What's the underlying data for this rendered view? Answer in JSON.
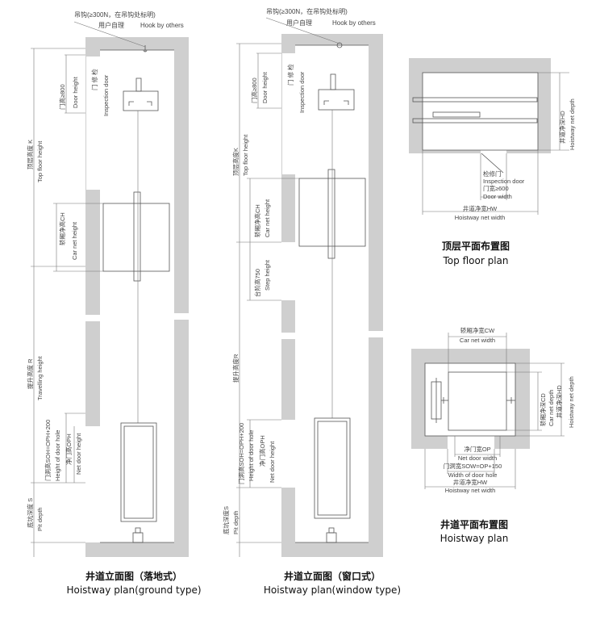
{
  "ground": {
    "hook_cn": "吊钩(≥300N，在吊钩处标明)",
    "hook_user": "用户自理",
    "hook_en": "Hook by others",
    "door_height_cn": "门高≥800",
    "door_height_en": "Door height",
    "insp_door_cn": "门 修 检",
    "insp_door_en": "Inspection door",
    "top_floor_cn": "顶层高度 K",
    "top_floor_en": "Top floor height",
    "car_height_cn": "轿厢净高CH",
    "car_height_en": "Car net height",
    "travel_cn": "提升高度 R",
    "travel_en": "Travelling height",
    "hole_cn": "门洞高SOH=OPH+200",
    "hole_en": "Height of door hole",
    "net_door_cn": "净门高OPH",
    "net_door_en": "Net door height",
    "pit_cn": "底坑深度 S",
    "pit_en": "Pit depth",
    "caption_cn": "井道立面图（落地式）",
    "caption_en": "Hoistway plan(ground type)"
  },
  "window": {
    "hook_cn": "吊钩(≥300N，在吊钩处标明)",
    "hook_user": "用户自理",
    "hook_en": "Hook by others",
    "door_height_cn": "门高≥800",
    "door_height_en": "Door height",
    "insp_door_cn": "门 修 检",
    "insp_door_en": "Inspection door",
    "top_floor_cn": "顶层高度K",
    "top_floor_en": "Top floor height",
    "car_height_cn": "轿厢净高CH",
    "car_height_en": "Car net height",
    "step_cn": "台阶高750",
    "step_en": "Step height",
    "travel_cn": "提升高度R",
    "hole_cn": "门洞高SOH=OPH+200",
    "hole_en": "Height of door hole",
    "net_door_cn": "净门高OPH",
    "net_door_en": "Net door height",
    "pit_cn": "底坑深度S",
    "pit_en": "Pit depth",
    "caption_cn": "井道立面图（窗口式）",
    "caption_en": "Hoistway plan(window type)"
  },
  "top_plan": {
    "depth_cn": "井道净深HD",
    "depth_en": "Hoistway net depth",
    "insp_cn": "检修门",
    "insp_en": "Inspection door",
    "door_width_cn": "门宽≥600",
    "door_width_en": "Door width",
    "width_cn": "井道净宽HW",
    "width_en": "Hoistway net width",
    "caption_cn": "顶层平面布置图",
    "caption_en": "Top floor plan"
  },
  "hoist_plan": {
    "car_width_cn": "轿厢净宽CW",
    "car_width_en": "Car net width",
    "car_depth_cn": "轿厢净深CD",
    "car_depth_en": "Car net depth",
    "hd_cn": "井道净深HD",
    "hd_en": "Hoistway net depth",
    "op_cn": "净门宽OP",
    "op_en": "Net door width",
    "sow_cn": "门洞宽SOW=OP+150",
    "sow_en": "Width of door hole",
    "hw_cn": "井道净宽HW",
    "hw_en": "Hoistway net width",
    "caption_cn": "井道平面布置图",
    "caption_en": "Hoistway plan"
  }
}
